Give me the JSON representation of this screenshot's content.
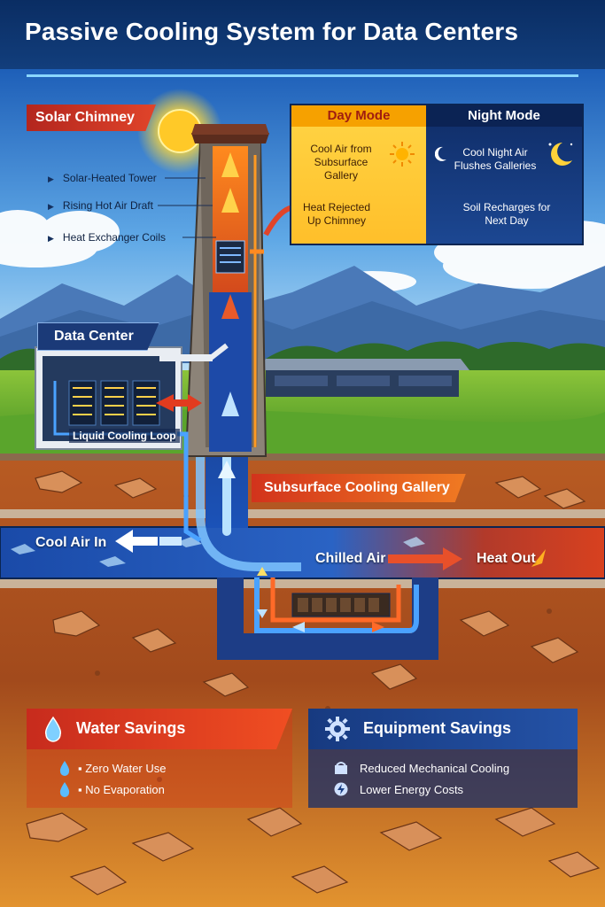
{
  "title": "Passive Cooling System for Data Centers",
  "labels": {
    "solar_chimney": "Solar Chimney",
    "tower_features": [
      "Solar-Heated Tower",
      "Rising Hot Air Draft",
      "Heat Exchanger Coils"
    ],
    "data_center": "Data Center",
    "liquid_loop": "Liquid Cooling Loop",
    "gallery": "Subsurface Cooling Gallery",
    "cool_air_in": "Cool Air In",
    "chilled_air": "Chilled Air",
    "heat_out": "Heat Out"
  },
  "modes": {
    "day_title": "Day Mode",
    "night_title": "Night Mode",
    "day_line1": "Cool Air from Subsurface Gallery",
    "day_line2": "Heat Rejected Up Chimney",
    "night_line1": "Cool Night Air Flushes Galleries",
    "night_line2": "Soil Recharges for Next Day"
  },
  "water": {
    "title": "Water Savings",
    "items": [
      "Zero Water Use",
      "No Evaporation"
    ],
    "icon": "water-drop-icon"
  },
  "equipment": {
    "title": "Equipment Savings",
    "items": [
      "Reduced Mechanical Cooling",
      "Lower Energy Costs"
    ],
    "icon": "gear-icon"
  },
  "colors": {
    "navy": "#0a2d63",
    "hot": "#e0442a",
    "cool": "#3a8ee6",
    "sun": "#ffcc22"
  }
}
